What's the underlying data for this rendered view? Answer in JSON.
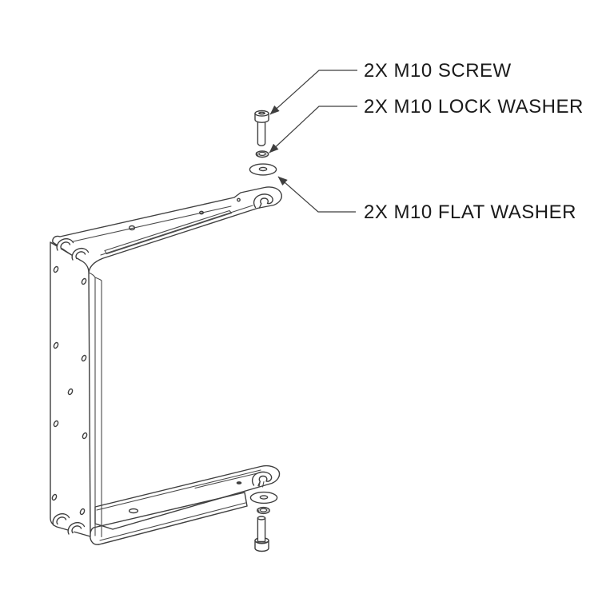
{
  "diagram": {
    "type": "exploded-assembly-drawing",
    "subject": "speaker-u-bracket-mounting-hardware",
    "callouts": {
      "screw": "2X M10 SCREW",
      "lock_washer": "2X M10 LOCK WASHER",
      "flat_washer": "2X M10 FLAT WASHER"
    },
    "colors": {
      "background": "#ffffff",
      "line": "#3f3f3f",
      "text": "#1a1a1a"
    }
  }
}
